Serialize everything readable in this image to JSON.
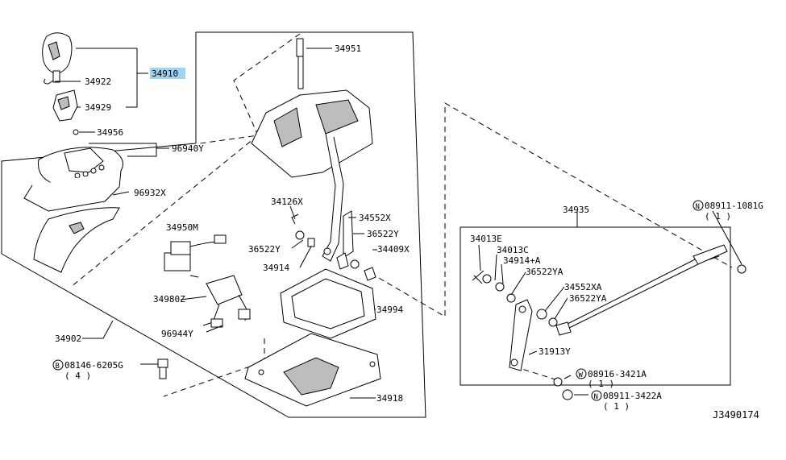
{
  "diagram_id": "J3490174",
  "callouts": {
    "p34910": "34910",
    "p34922": "34922",
    "p34929": "34929",
    "p34956": "34956",
    "p96940Y": "96940Y",
    "p96932X": "96932X",
    "p34951": "34951",
    "p34126X": "34126X",
    "p34552X": "34552X",
    "p36522Y_a": "36522Y",
    "p36522Y_b": "36522Y",
    "p34409X": "34409X",
    "p34914": "34914",
    "p34950M": "34950M",
    "p34980Z": "34980Z",
    "p96944Y": "96944Y",
    "p34994": "34994",
    "p34902": "34902",
    "p08146": "08146-6205G",
    "p08146_qty": "( 4 )",
    "p34918": "34918",
    "p34935": "34935",
    "p08911_1081G": "08911-1081G",
    "p08911_1081G_qty": "( 1 )",
    "p34013E": "34013E",
    "p34013C": "34013C",
    "p34914A": "34914+A",
    "p36522YA_a": "36522YA",
    "p34552XA": "34552XA",
    "p36522YA_b": "36522YA",
    "p31913Y": "31913Y",
    "p08916": "08916-3421A",
    "p08916_qty": "( 1 )",
    "p08911_3422A": "08911-3422A",
    "p08911_3422A_qty": "( 1 )"
  },
  "prefix_marks": {
    "B": "B",
    "N1": "N",
    "W": "W",
    "N2": "N"
  },
  "colors": {
    "highlight": "#9fd3ef"
  }
}
